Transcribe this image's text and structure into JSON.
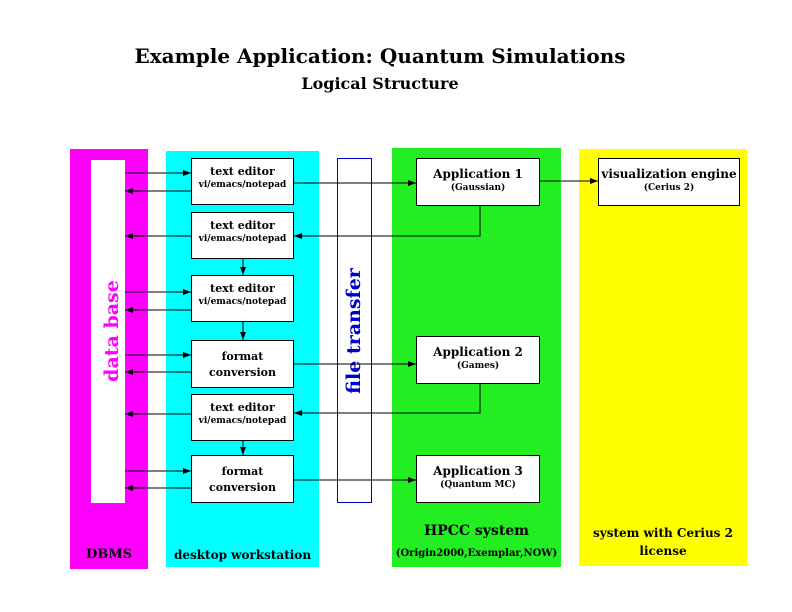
{
  "title": "Example Application: Quantum Simulations",
  "subtitle": "Logical Structure",
  "columns": {
    "dbms": {
      "label": "DBMS",
      "color": "#ff00ff"
    },
    "workstation": {
      "label": "desktop workstation",
      "color": "#00ffff"
    },
    "hpcc": {
      "label": "HPCC system",
      "sublabel": "(Origin2000,Exemplar,NOW)",
      "color": "#22ee22"
    },
    "cerius": {
      "label": "system with Cerius 2",
      "sublabel": "license",
      "color": "#ffff00"
    }
  },
  "database": {
    "label": "data base",
    "color": "#ff00ff"
  },
  "file_transfer": {
    "label": "file transfer",
    "color": "#0000cc"
  },
  "editor_boxes": [
    {
      "label": "text editor",
      "sub": "vi/emacs/notepad"
    },
    {
      "label": "text editor",
      "sub": "vi/emacs/notepad"
    },
    {
      "label": "text editor",
      "sub": "vi/emacs/notepad"
    },
    {
      "label": "text editor",
      "sub": "vi/emacs/notepad"
    }
  ],
  "format_boxes": [
    {
      "label_line1": "format",
      "label_line2": "conversion"
    },
    {
      "label_line1": "format",
      "label_line2": "conversion"
    }
  ],
  "applications": [
    {
      "label": "Application 1",
      "sub": "(Gaussian)"
    },
    {
      "label": "Application 2",
      "sub": "(Games)"
    },
    {
      "label": "Application 3",
      "sub": "(Quantum MC)"
    }
  ],
  "visualization": {
    "label": "visualization engine",
    "sub": "(Cerius 2)"
  }
}
